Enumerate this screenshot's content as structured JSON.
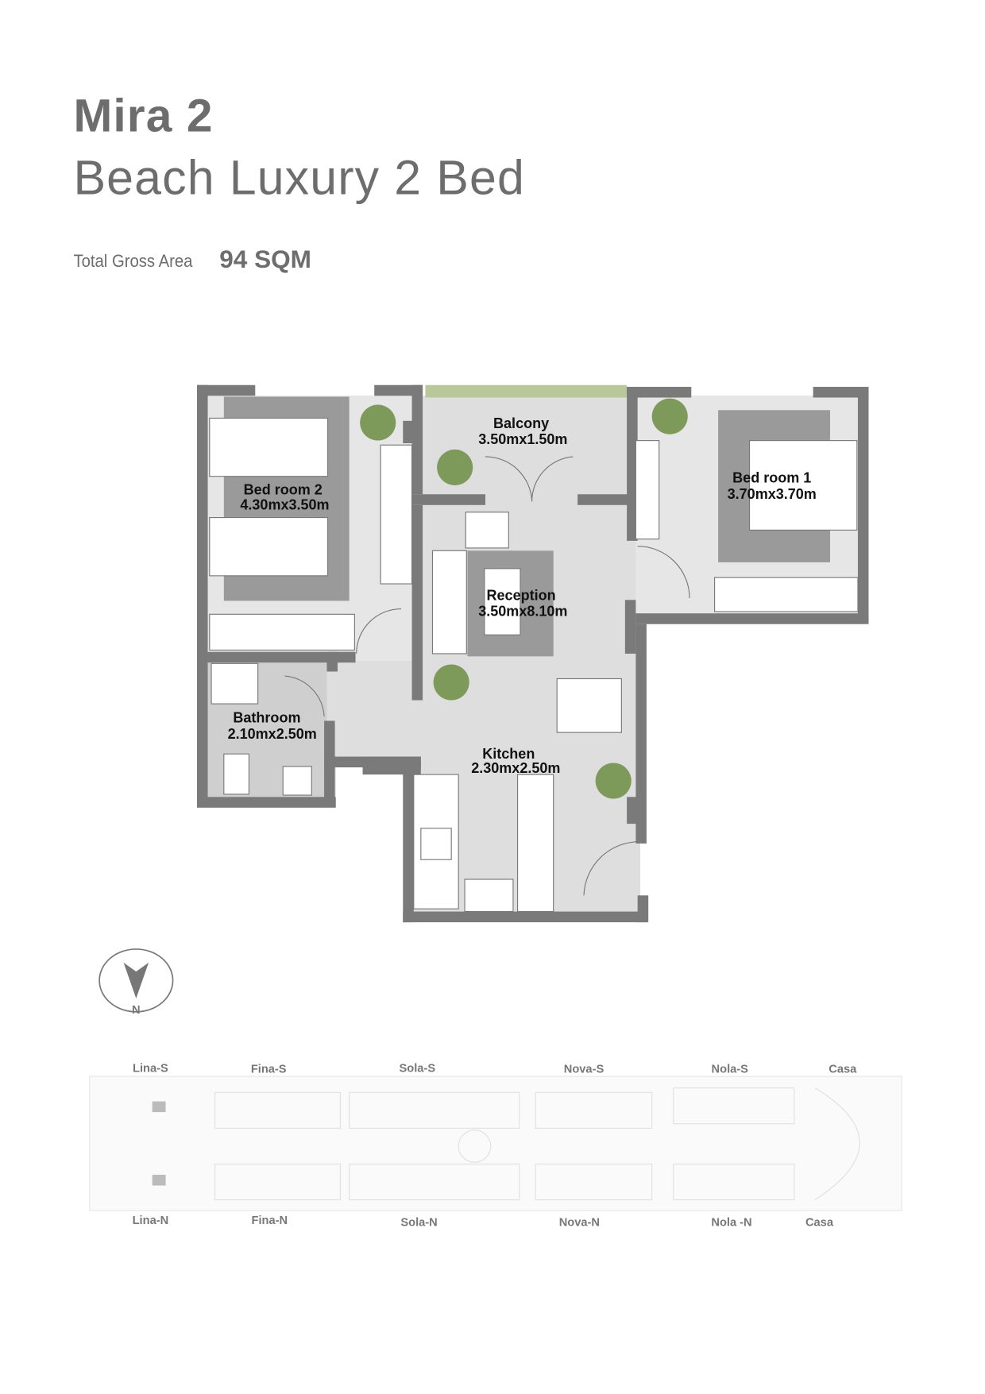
{
  "header": {
    "title": "Mira 2",
    "subtitle": "Beach Luxury 2 Bed",
    "area_label": "Total Gross Area",
    "area_value": "94 SQM"
  },
  "rooms": [
    {
      "name": "Balcony",
      "size": "3.50mx1.50m"
    },
    {
      "name": "Bed room 2",
      "size": "4.30mx3.50m"
    },
    {
      "name": "Bed room 1",
      "size": "3.70mx3.70m"
    },
    {
      "name": "Reception",
      "size": "3.50mx8.10m"
    },
    {
      "name": "Bathroom",
      "size": "2.10mx2.50m"
    },
    {
      "name": "Kitchen",
      "size": "2.30mx2.50m"
    }
  ],
  "compass": {
    "label": "N"
  },
  "site_plan": {
    "top_labels": [
      "Lina-S",
      "Fina-S",
      "Sola-S",
      "Nova-S",
      "Nola-S",
      "Casa"
    ],
    "bottom_labels": [
      "Lina-N",
      "Fina-N",
      "Sola-N",
      "Nova-N",
      "Nola -N",
      "Casa"
    ]
  },
  "colors": {
    "text": "#6d6d6e",
    "wall": "#7a7a7a",
    "floor": "#dedede",
    "furniture": "#9a9a9a"
  }
}
